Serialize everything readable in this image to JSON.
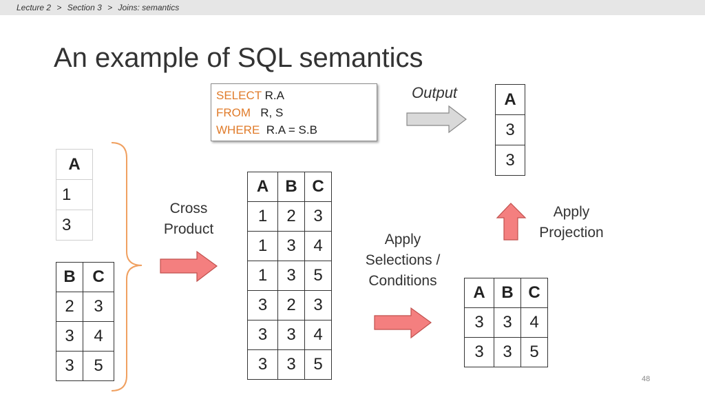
{
  "breadcrumb": [
    "Lecture 2",
    ">",
    "Section 3",
    ">",
    "Joins: semantics"
  ],
  "title": "An example of SQL semantics",
  "sql": {
    "select_kw": "SELECT",
    "select_val": "R.A",
    "from_kw": "FROM",
    "from_val": "R, S",
    "where_kw": "WHERE",
    "where_val": "R.A = S.B"
  },
  "labels": {
    "output": "Output",
    "cross_1": "Cross",
    "cross_2": "Product",
    "sel_1": "Apply",
    "sel_2": "Selections /",
    "sel_3": "Conditions",
    "proj_1": "Apply",
    "proj_2": "Projection"
  },
  "tables": {
    "r": {
      "header": [
        "A"
      ],
      "rows": [
        [
          "1"
        ],
        [
          "3"
        ]
      ]
    },
    "s": {
      "header": [
        "B",
        "C"
      ],
      "rows": [
        [
          "2",
          "3"
        ],
        [
          "3",
          "4"
        ],
        [
          "3",
          "5"
        ]
      ]
    },
    "cross": {
      "header": [
        "A",
        "B",
        "C"
      ],
      "rows": [
        [
          "1",
          "2",
          "3"
        ],
        [
          "1",
          "3",
          "4"
        ],
        [
          "1",
          "3",
          "5"
        ],
        [
          "3",
          "2",
          "3"
        ],
        [
          "3",
          "3",
          "4"
        ],
        [
          "3",
          "3",
          "5"
        ]
      ]
    },
    "selected": {
      "header": [
        "A",
        "B",
        "C"
      ],
      "rows": [
        [
          "3",
          "3",
          "4"
        ],
        [
          "3",
          "3",
          "5"
        ]
      ]
    },
    "output": {
      "header": [
        "A"
      ],
      "rows": [
        [
          "3"
        ],
        [
          "3"
        ]
      ]
    }
  },
  "page_number": "48",
  "colors": {
    "keyword": "#e07b2a",
    "red_arrow": "#f47f7f",
    "grey_arrow": "#d9d9d9",
    "brace": "#f0a060"
  }
}
